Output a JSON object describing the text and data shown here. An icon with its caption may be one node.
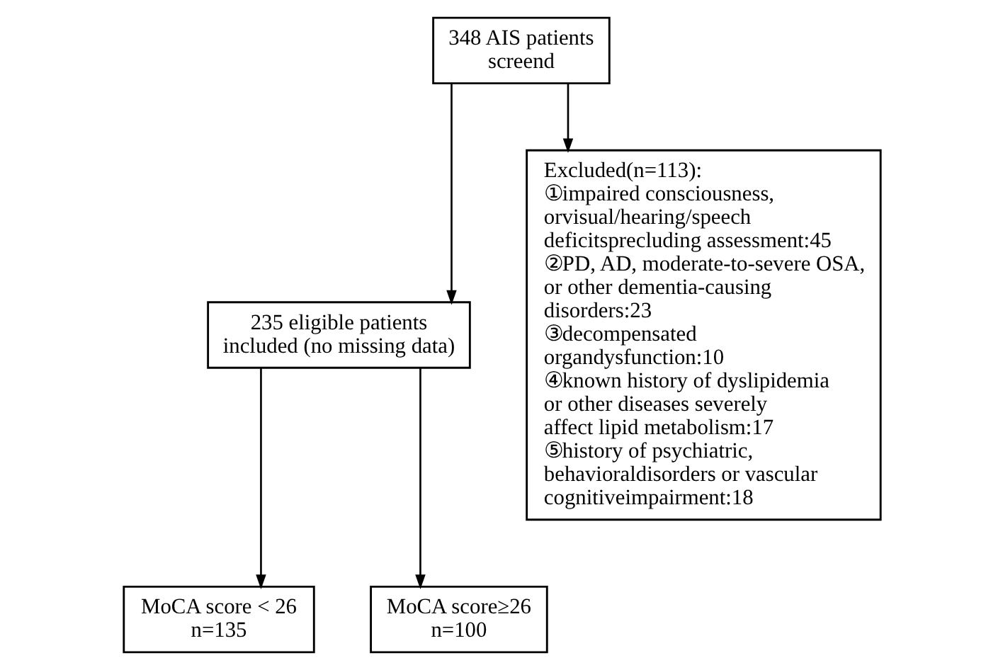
{
  "diagram": {
    "nodes": [
      {
        "text": [
          "348 AIS patients screend"
        ]
      },
      {
        "text": [
          "235 eligible patients included (no missing data)"
        ]
      },
      {
        "text": [
          "Excluded(n=113):",
          "①impaired consciousness, orvisual/hearing/speech deficitsprecluding assessment:45",
          "②PD, AD, moderate-to-severe OSA, or other dementia-causing disorders:23",
          "③decompensated organdysfunction:10",
          "④known history of dyslipidemia or other diseases severely affect lipid metabolism:17",
          "⑤history of psychiatric, behavioraldisorders or vascular cognitiveimpairment:18"
        ]
      },
      {
        "text": [
          "MoCA score < 26 n=135"
        ]
      },
      {
        "text": [
          "MoCA score≥26 n=100"
        ]
      }
    ],
    "edges": [
      {
        "from": 0,
        "to": 1,
        "arrow": "to"
      },
      {
        "from": 0,
        "to": 2,
        "arrow": "to"
      },
      {
        "from": 1,
        "to": 3,
        "arrow": "to"
      },
      {
        "from": 1,
        "to": 4,
        "arrow": "to"
      }
    ]
  }
}
